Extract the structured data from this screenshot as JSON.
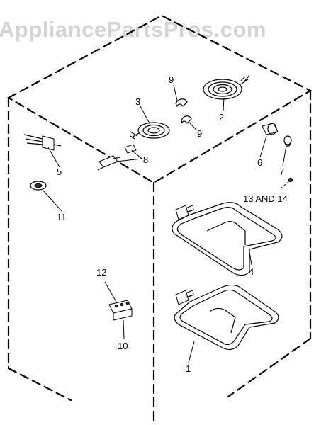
{
  "watermark": {
    "text": "AppliancePartsPros.com"
  },
  "callouts": [
    {
      "id": "1",
      "text": "1"
    },
    {
      "id": "2",
      "text": "2"
    },
    {
      "id": "3",
      "text": "3"
    },
    {
      "id": "4",
      "text": "4"
    },
    {
      "id": "5",
      "text": "5"
    },
    {
      "id": "6",
      "text": "6"
    },
    {
      "id": "7",
      "text": "7"
    },
    {
      "id": "8",
      "text": "8"
    },
    {
      "id": "9a",
      "text": "9"
    },
    {
      "id": "9b",
      "text": "9"
    },
    {
      "id": "10",
      "text": "10"
    },
    {
      "id": "11",
      "text": "11"
    },
    {
      "id": "12",
      "text": "12"
    },
    {
      "id": "13-14",
      "text": "13 AND 14"
    }
  ]
}
